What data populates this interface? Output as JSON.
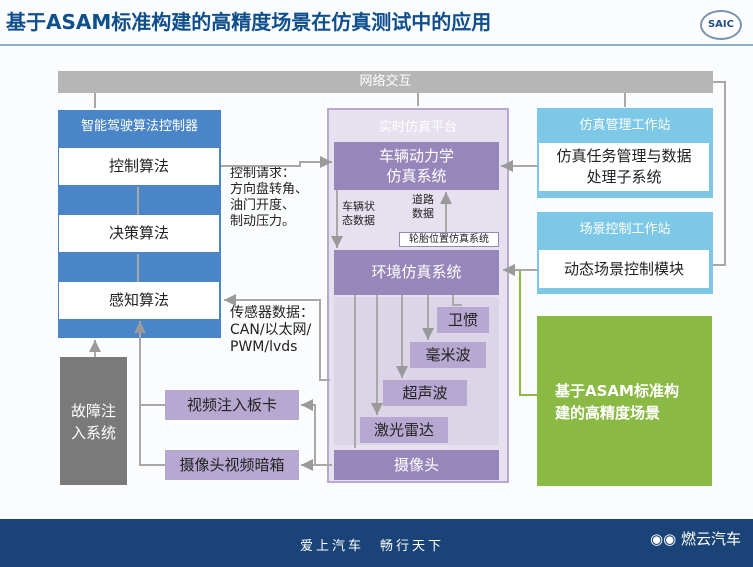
{
  "title": "基于ASAM标准构建的高精度场景在仿真测试中的应用",
  "logo_text": "SAIC",
  "network_label": "网络交互",
  "controller": {
    "title": "智能驾驶算法控制器",
    "items": [
      "控制算法",
      "决策算法",
      "感知算法"
    ]
  },
  "control_request": {
    "title": "控制请求：",
    "lines": [
      "方向盘转角、",
      "油门开度、",
      "制动压力。"
    ]
  },
  "sensor_data": {
    "title": "传感器数据：",
    "lines": [
      "CAN/以太网/",
      "PWM/lvds"
    ]
  },
  "platform": {
    "title": "实时仿真平台",
    "vehicle_dynamics": [
      "车辆动力学",
      "仿真系统"
    ],
    "vehicle_state": [
      "车辆状",
      "态数据"
    ],
    "road_data": [
      "道路",
      "数据"
    ],
    "tire_position": "轮胎位置仿真系统",
    "env_sim": "环境仿真系统",
    "sensors": [
      "卫惯",
      "毫米波",
      "超声波",
      "激光雷达",
      "摄像头"
    ]
  },
  "management": {
    "title": "仿真管理工作站",
    "module": [
      "仿真任务管理与数据",
      "处理子系统"
    ]
  },
  "scene": {
    "title": "场景控制工作站",
    "module": "动态场景控制模块"
  },
  "asam": [
    "基于ASAM标准构",
    "建的高精度场景"
  ],
  "fault": [
    "故障注",
    "入系统"
  ],
  "video_card": "视频注入板卡",
  "camera_box": "摄像头视频暗箱",
  "footer": {
    "slogan": "爱上汽车　畅行天下",
    "wechat": "燃云汽车"
  },
  "colors": {
    "title": "#0f4f8c",
    "blue": "#4a85c7",
    "purple": "#9686ba",
    "lavender": "#b6a8d0",
    "cyan": "#7cc8e6",
    "green": "#8ab944",
    "gray": "#7a7a7a",
    "footer": "#1a4478"
  }
}
